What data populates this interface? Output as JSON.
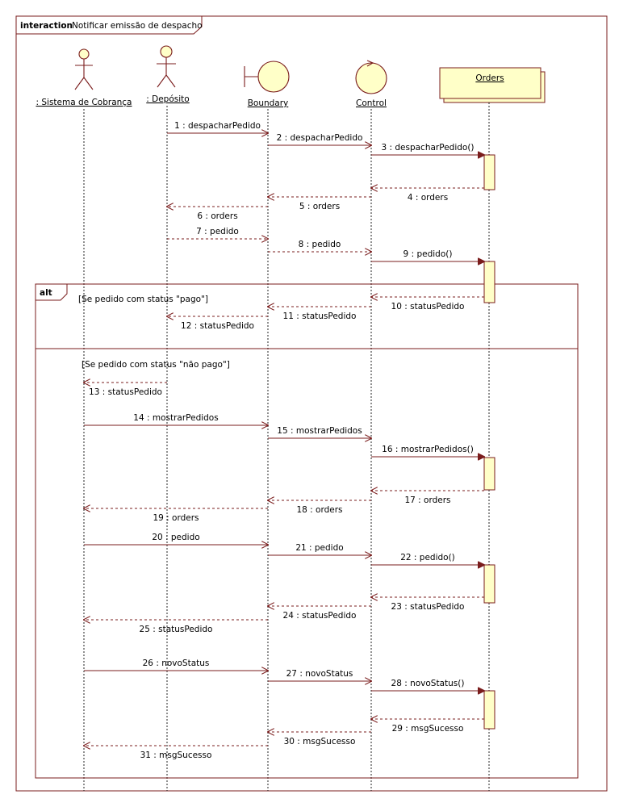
{
  "interaction": {
    "keyword": "interaction",
    "name": "Notificar emissão de despacho"
  },
  "lifelines": [
    {
      "id": "sistema",
      "label": ": Sistema de Cobrança",
      "kind": "actor"
    },
    {
      "id": "deposito",
      "label": ": Depósito",
      "kind": "actor"
    },
    {
      "id": "boundary",
      "label": "Boundary",
      "kind": "boundary"
    },
    {
      "id": "control",
      "label": "Control",
      "kind": "control"
    },
    {
      "id": "orders",
      "label": "Orders",
      "kind": "entity-multi"
    }
  ],
  "alt": {
    "keyword": "alt",
    "guards": [
      "[Se pedido com status \"pago\"]",
      "[Se pedido com status \"não pago\"]"
    ]
  },
  "messages": [
    {
      "label": "1 : despacharPedido",
      "from": "deposito",
      "to": "boundary",
      "type": "call"
    },
    {
      "label": "2 : despacharPedido",
      "from": "boundary",
      "to": "control",
      "type": "call"
    },
    {
      "label": "3 : despacharPedido()",
      "from": "control",
      "to": "orders",
      "type": "sync"
    },
    {
      "label": "4 : orders",
      "from": "orders",
      "to": "control",
      "type": "return"
    },
    {
      "label": "5 : orders",
      "from": "control",
      "to": "boundary",
      "type": "return"
    },
    {
      "label": "6 : orders",
      "from": "boundary",
      "to": "deposito",
      "type": "return"
    },
    {
      "label": "7 : pedido",
      "from": "deposito",
      "to": "boundary",
      "type": "call-dashed"
    },
    {
      "label": "8 : pedido",
      "from": "boundary",
      "to": "control",
      "type": "call-dashed"
    },
    {
      "label": "9 : pedido()",
      "from": "control",
      "to": "orders",
      "type": "sync"
    },
    {
      "label": "10 : statusPedido",
      "from": "orders",
      "to": "control",
      "type": "return"
    },
    {
      "label": "11 : statusPedido",
      "from": "control",
      "to": "boundary",
      "type": "return"
    },
    {
      "label": "12 : statusPedido",
      "from": "boundary",
      "to": "deposito",
      "type": "return"
    },
    {
      "label": "13 : statusPedido",
      "from": "deposito",
      "to": "sistema",
      "type": "return"
    },
    {
      "label": "14 : mostrarPedidos",
      "from": "sistema",
      "to": "boundary",
      "type": "call"
    },
    {
      "label": "15 : mostrarPedidos",
      "from": "boundary",
      "to": "control",
      "type": "call"
    },
    {
      "label": "16 : mostrarPedidos()",
      "from": "control",
      "to": "orders",
      "type": "sync"
    },
    {
      "label": "17 : orders",
      "from": "orders",
      "to": "control",
      "type": "return"
    },
    {
      "label": "18 : orders",
      "from": "control",
      "to": "boundary",
      "type": "return"
    },
    {
      "label": "19 : orders",
      "from": "boundary",
      "to": "sistema",
      "type": "return"
    },
    {
      "label": "20 : pedido",
      "from": "sistema",
      "to": "boundary",
      "type": "call"
    },
    {
      "label": "21 : pedido",
      "from": "boundary",
      "to": "control",
      "type": "call"
    },
    {
      "label": "22 : pedido()",
      "from": "control",
      "to": "orders",
      "type": "sync"
    },
    {
      "label": "23 : statusPedido",
      "from": "orders",
      "to": "control",
      "type": "return"
    },
    {
      "label": "24 : statusPedido",
      "from": "control",
      "to": "boundary",
      "type": "return"
    },
    {
      "label": "25 : statusPedido",
      "from": "boundary",
      "to": "sistema",
      "type": "return"
    },
    {
      "label": "26 : novoStatus",
      "from": "sistema",
      "to": "boundary",
      "type": "call"
    },
    {
      "label": "27 : novoStatus",
      "from": "boundary",
      "to": "control",
      "type": "call"
    },
    {
      "label": "28 : novoStatus()",
      "from": "control",
      "to": "orders",
      "type": "sync"
    },
    {
      "label": "29 : msgSucesso",
      "from": "orders",
      "to": "control",
      "type": "return"
    },
    {
      "label": "30 : msgSucesso",
      "from": "control",
      "to": "boundary",
      "type": "return"
    },
    {
      "label": "31 : msgSucesso",
      "from": "boundary",
      "to": "sistema",
      "type": "return"
    }
  ],
  "colors": {
    "frame": "#7a1c1c",
    "activation_fill": "#ffffc8"
  }
}
